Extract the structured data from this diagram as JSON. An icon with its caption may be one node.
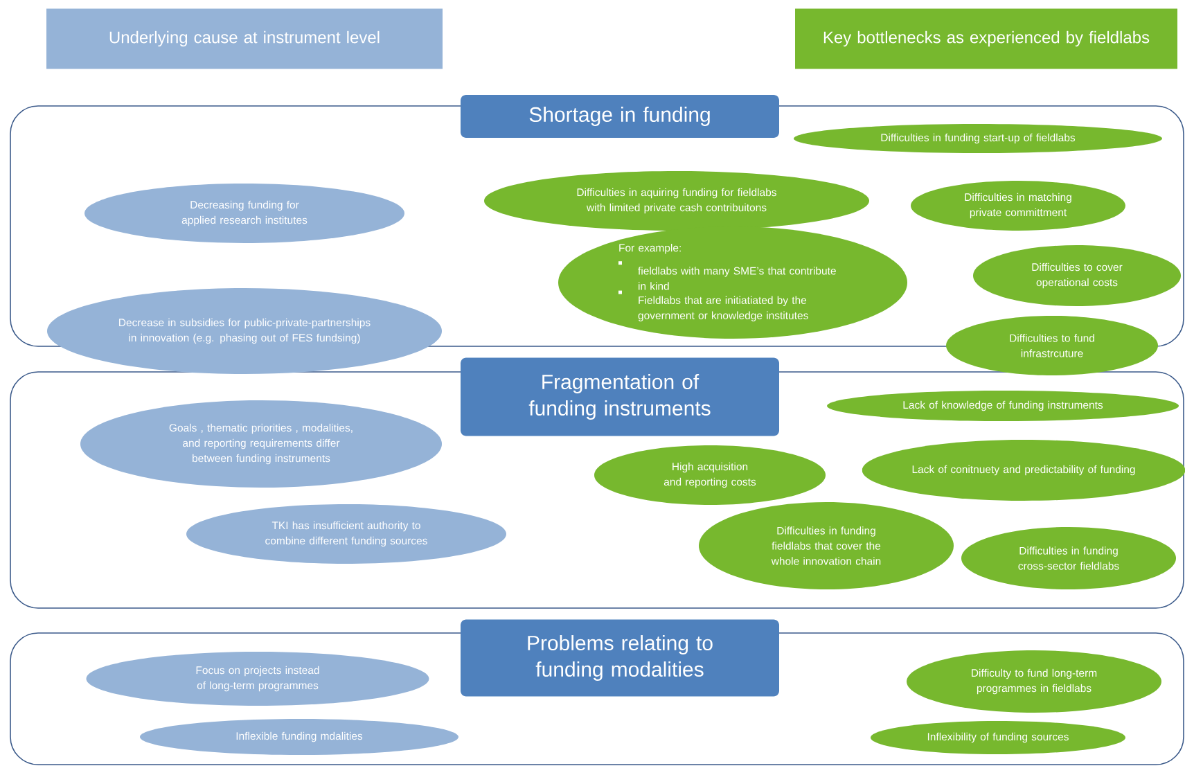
{
  "diagram": {
    "nodes": [
      {
        "text": [
          "Underlying cause at instrument level"
        ]
      },
      {
        "text": [
          "Key bottlenecks as experienced by fieldlabs"
        ]
      },
      {
        "text": [],
        "shape": "box"
      },
      {
        "text": [
          "Shortage in funding"
        ]
      },
      {
        "text": [
          "Difficulties in funding start-up of fieldlabs"
        ],
        "in": 2
      },
      {
        "text": [
          "Decreasing funding for applied research institutes"
        ],
        "in": 2
      },
      {
        "text": [
          "Difficulties in aquiring funding for fieldlabs with limited private cash contribuitons"
        ],
        "in": 2
      },
      {
        "text": [
          "Difficulties in matching private committment"
        ],
        "in": 2
      },
      {
        "text": [
          "For example:",
          "fieldlabs with many SME’s that contribute in kind",
          "Fieldlabs that are initiatiated by the government or knowledge institutes"
        ],
        "in": 2
      },
      {
        "text": [
          "Difficulties to cover operational costs"
        ],
        "in": 2
      },
      {
        "text": [
          "Decrease in subsidies for public-private-partnerships in innovation (e.g. phasing out of FES fundsing)"
        ]
      },
      {
        "text": [
          "Difficulties to fund infrastrcuture"
        ]
      },
      {
        "text": [],
        "shape": "box"
      },
      {
        "text": [
          "Fragmentation of funding instruments"
        ]
      },
      {
        "text": [
          "Goals , thematic priorities , modalities, and reporting requirements differ between funding instruments"
        ],
        "in": 12
      },
      {
        "text": [
          "Lack of knowledge of funding instruments"
        ],
        "in": 12
      },
      {
        "text": [
          "High acquisition and reporting costs"
        ],
        "in": 12
      },
      {
        "text": [
          "Lack of conitnuety and predictability of funding"
        ],
        "in": 12
      },
      {
        "text": [
          "TKI has insufficient authority to combine different funding sources"
        ],
        "in": 12
      },
      {
        "text": [
          "Difficulties in funding fieldlabs that cover the whole innovation chain"
        ],
        "in": 12
      },
      {
        "text": [
          "Difficulties in funding cross-sector fieldlabs"
        ],
        "in": 12
      },
      {
        "text": [],
        "shape": "box"
      },
      {
        "text": [
          "Problems relating to funding modalities"
        ]
      },
      {
        "text": [
          "Focus on projects instead of long-term programmes"
        ],
        "in": 21
      },
      {
        "text": [
          "Difficulty to fund long-term programmes in fieldlabs"
        ],
        "in": 21
      },
      {
        "text": [
          "Inflexible funding mdalities"
        ],
        "in": 21
      },
      {
        "text": [
          "Inflexibility of funding sources"
        ],
        "in": 21
      }
    ]
  }
}
